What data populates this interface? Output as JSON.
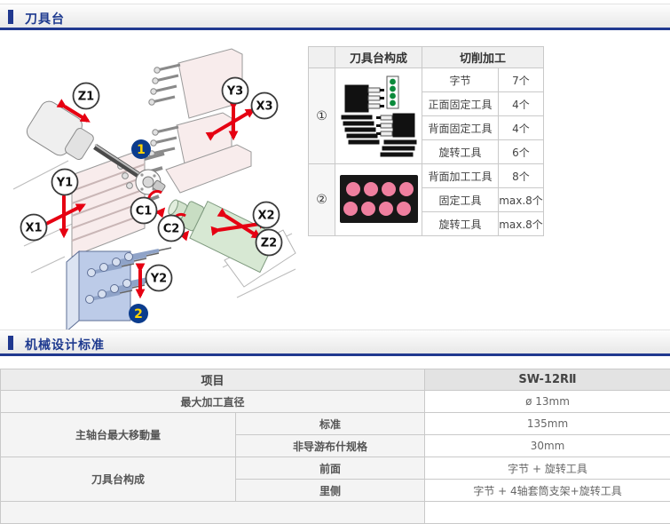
{
  "colors": {
    "accent_blue": "#20388f",
    "title_text": "#1e3a8f",
    "arrow_red": "#e60012",
    "badge_navy": "#0b3c8d",
    "badge_yellow": "#ffd400",
    "dot_pink": "#ef7f9f",
    "led_green": "#0a8a3a"
  },
  "sections": [
    {
      "title": "刀具台"
    },
    {
      "title": "机械设计标准"
    }
  ],
  "diagram": {
    "axis_labels": [
      "Z1",
      "Y3",
      "X3",
      "Y1",
      "X1",
      "C1",
      "C2",
      "X2",
      "Z2",
      "Y2"
    ],
    "badges": [
      "1",
      "2"
    ],
    "icons": [
      "main-spindle-icon",
      "gang-tool-post-icon",
      "upper-turret-icon",
      "sub-spindle-icon",
      "back-tool-post-icon"
    ]
  },
  "tool_table": {
    "composition_header": "刀具台构成",
    "cutting_header": "切削加工",
    "groups": [
      {
        "num": "①",
        "icon": "turret-front-tools-icon",
        "rows": [
          [
            "字节",
            "7个"
          ],
          [
            "正面固定工具",
            "4个"
          ],
          [
            "背面固定工具",
            "4个"
          ],
          [
            "旋转工具",
            "6个"
          ]
        ]
      },
      {
        "num": "②",
        "icon": "back-face-tools-icon",
        "rows": [
          [
            "背面加工工具",
            "8个"
          ],
          [
            "固定工具",
            "max.8个"
          ],
          [
            "旋转工具",
            "max.8个"
          ]
        ]
      }
    ]
  },
  "spec_table": {
    "header": {
      "item": "项目",
      "model": "SW-12RⅡ"
    },
    "r1": {
      "label": "最大加工直径",
      "value": "ø 13mm"
    },
    "g1": {
      "label": "主轴台最大移動量",
      "rows": [
        {
          "sub": "标准",
          "value": "135mm"
        },
        {
          "sub": "非导游布什规格",
          "value": "30mm"
        }
      ]
    },
    "g2": {
      "label": "刀具台构成",
      "rows": [
        {
          "sub": "前面",
          "value": "字节 + 旋转工具"
        },
        {
          "sub": "里侧",
          "value": "字节 + 4轴套筒支架+旋转工具"
        }
      ]
    }
  }
}
